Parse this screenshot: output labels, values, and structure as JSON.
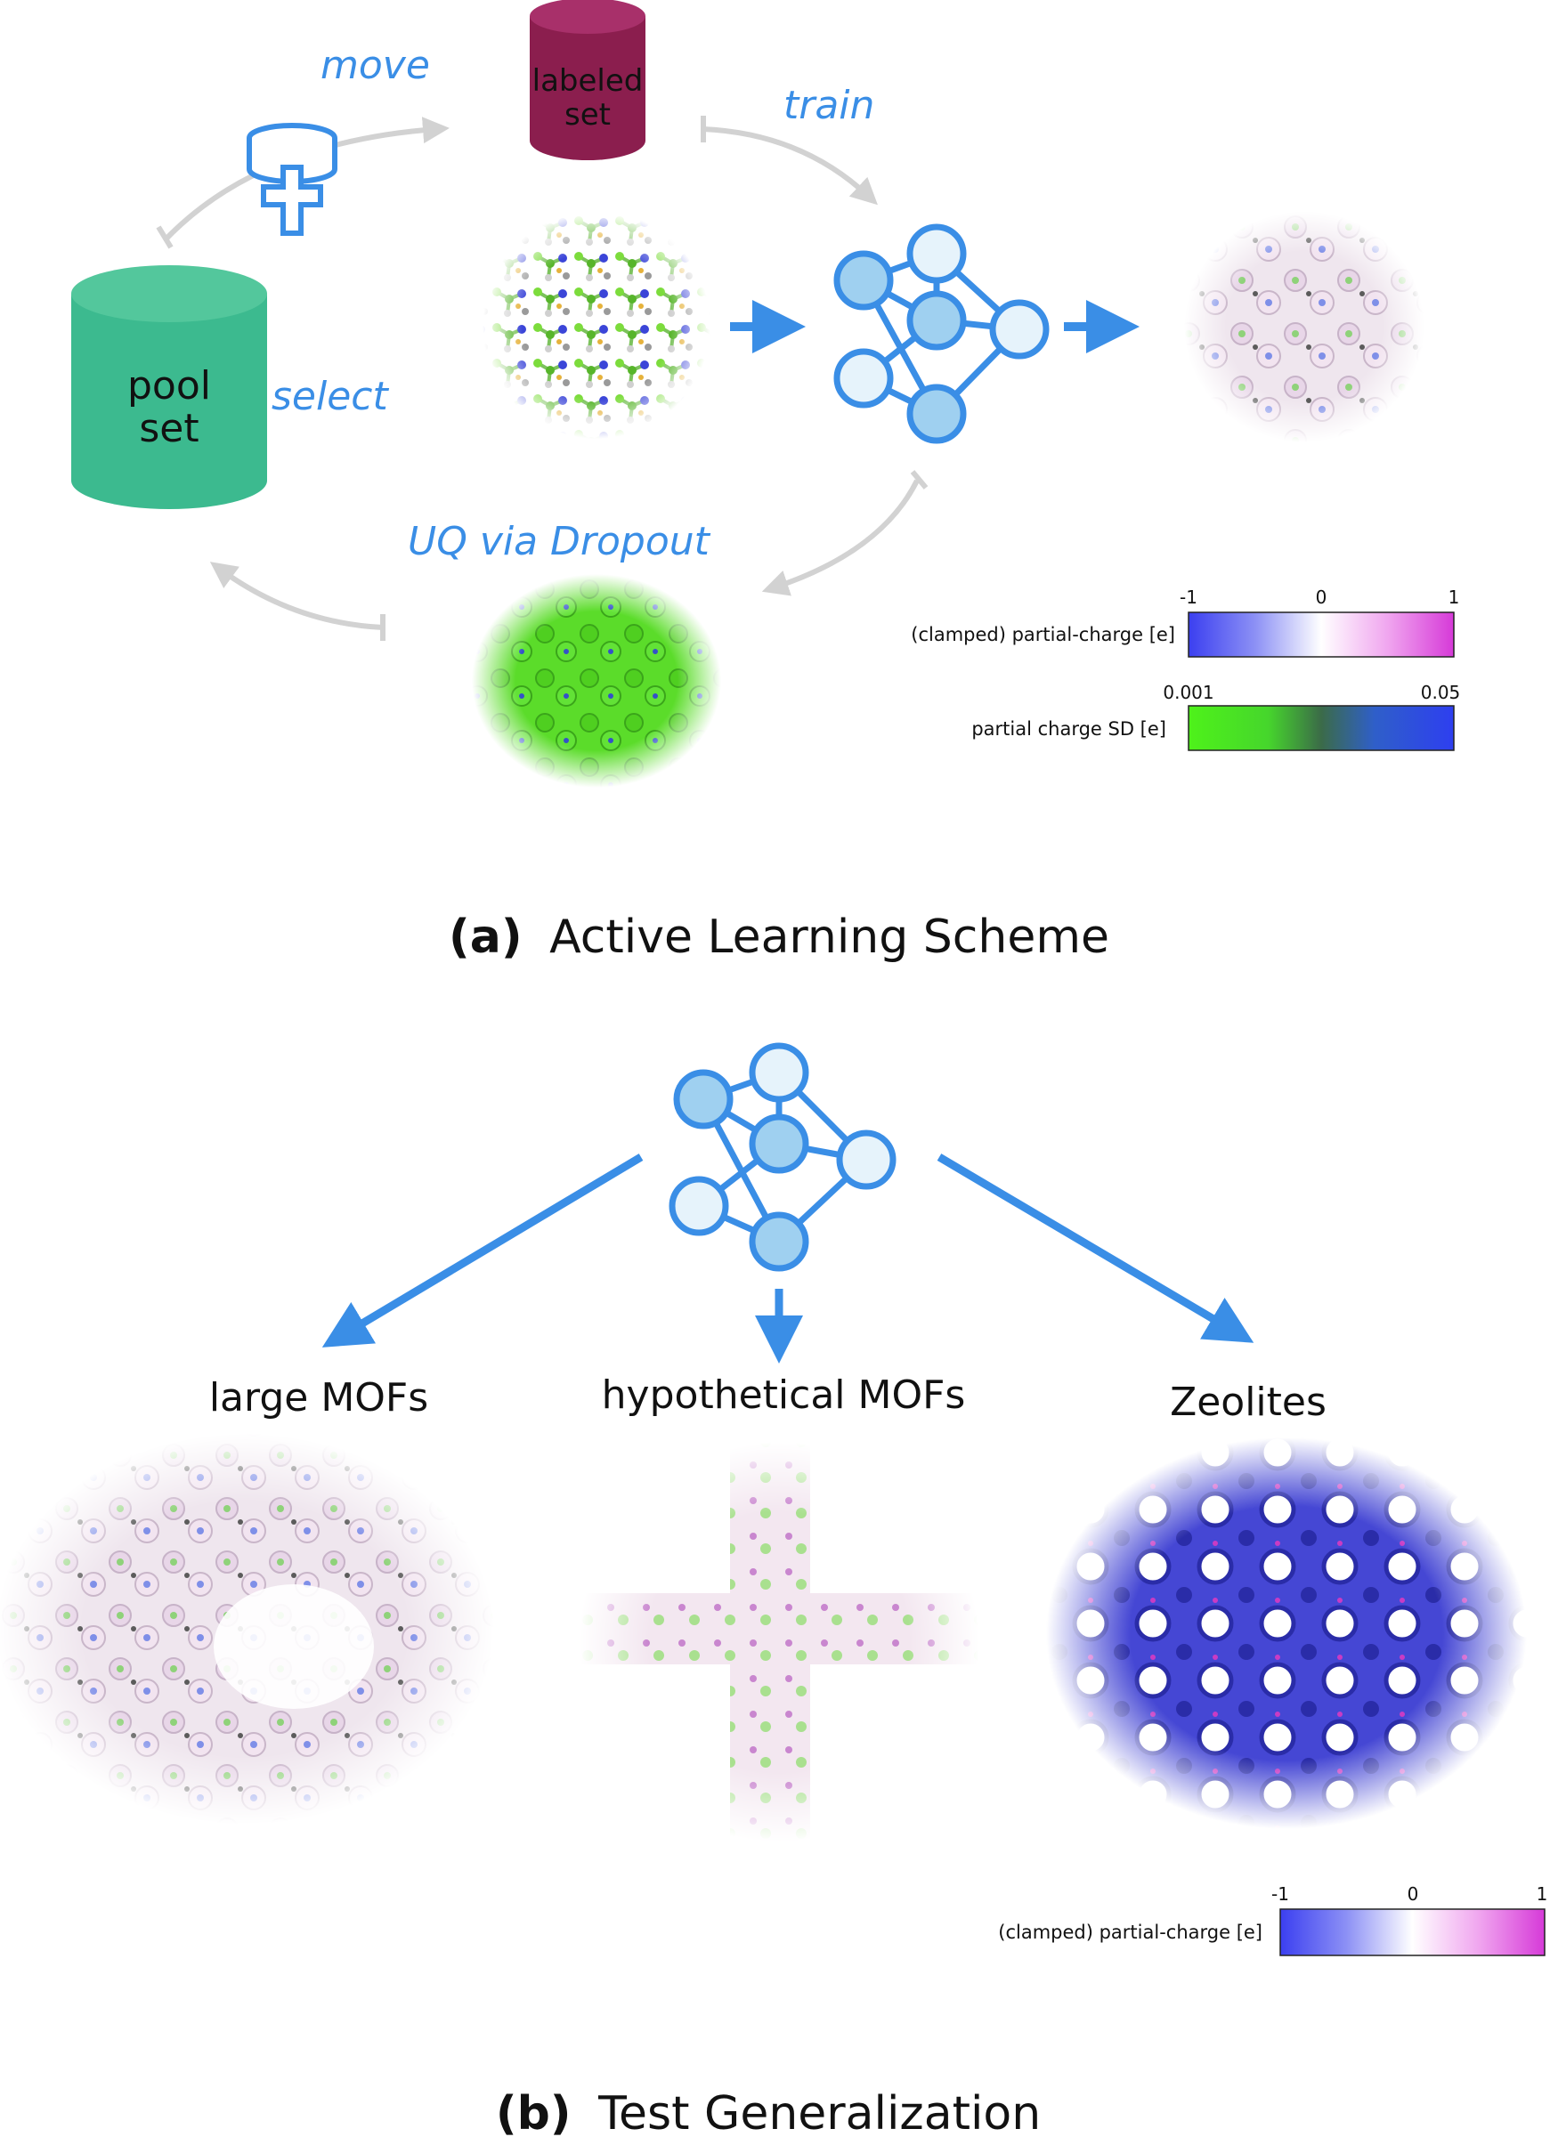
{
  "panel_a": {
    "caption_bold": "(a)",
    "caption_text": "Active Learning Scheme",
    "labels": {
      "move": "move",
      "train": "train",
      "select": "select",
      "uq": "UQ via Dropout"
    },
    "labeled_set": {
      "line1": "labeled",
      "line2": "set",
      "color": "#8b1e4e"
    },
    "pool_set": {
      "line1": "pool",
      "line2": "set",
      "color": "#3cba8f"
    },
    "colorbar_charge": {
      "label": "(clamped) partial-charge [e]",
      "min": "-1",
      "mid": "0",
      "max": "1"
    },
    "colorbar_sd": {
      "label": "partial charge SD [e]",
      "min": "0.001",
      "max": "0.05"
    }
  },
  "panel_b": {
    "caption_bold": "(b)",
    "caption_text": "Test Generalization",
    "targets": [
      {
        "label": "large MOFs"
      },
      {
        "label": "hypothetical MOFs"
      },
      {
        "label": "Zeolites"
      }
    ],
    "colorbar_charge": {
      "label": "(clamped) partial-charge [e]",
      "min": "-1",
      "mid": "0",
      "max": "1"
    }
  },
  "colors": {
    "accent_blue": "#3a8ee6",
    "arrow_gray": "#cfcfcf",
    "nn_fill_light": "#e6f3fb",
    "nn_fill_mid": "#9fd0f0",
    "zeolite_blue": "#3b3fc6",
    "sd_green": "#4be21e"
  },
  "icons": {
    "database_add": "database-plus-icon",
    "neural_net": "neural-network-icon"
  }
}
